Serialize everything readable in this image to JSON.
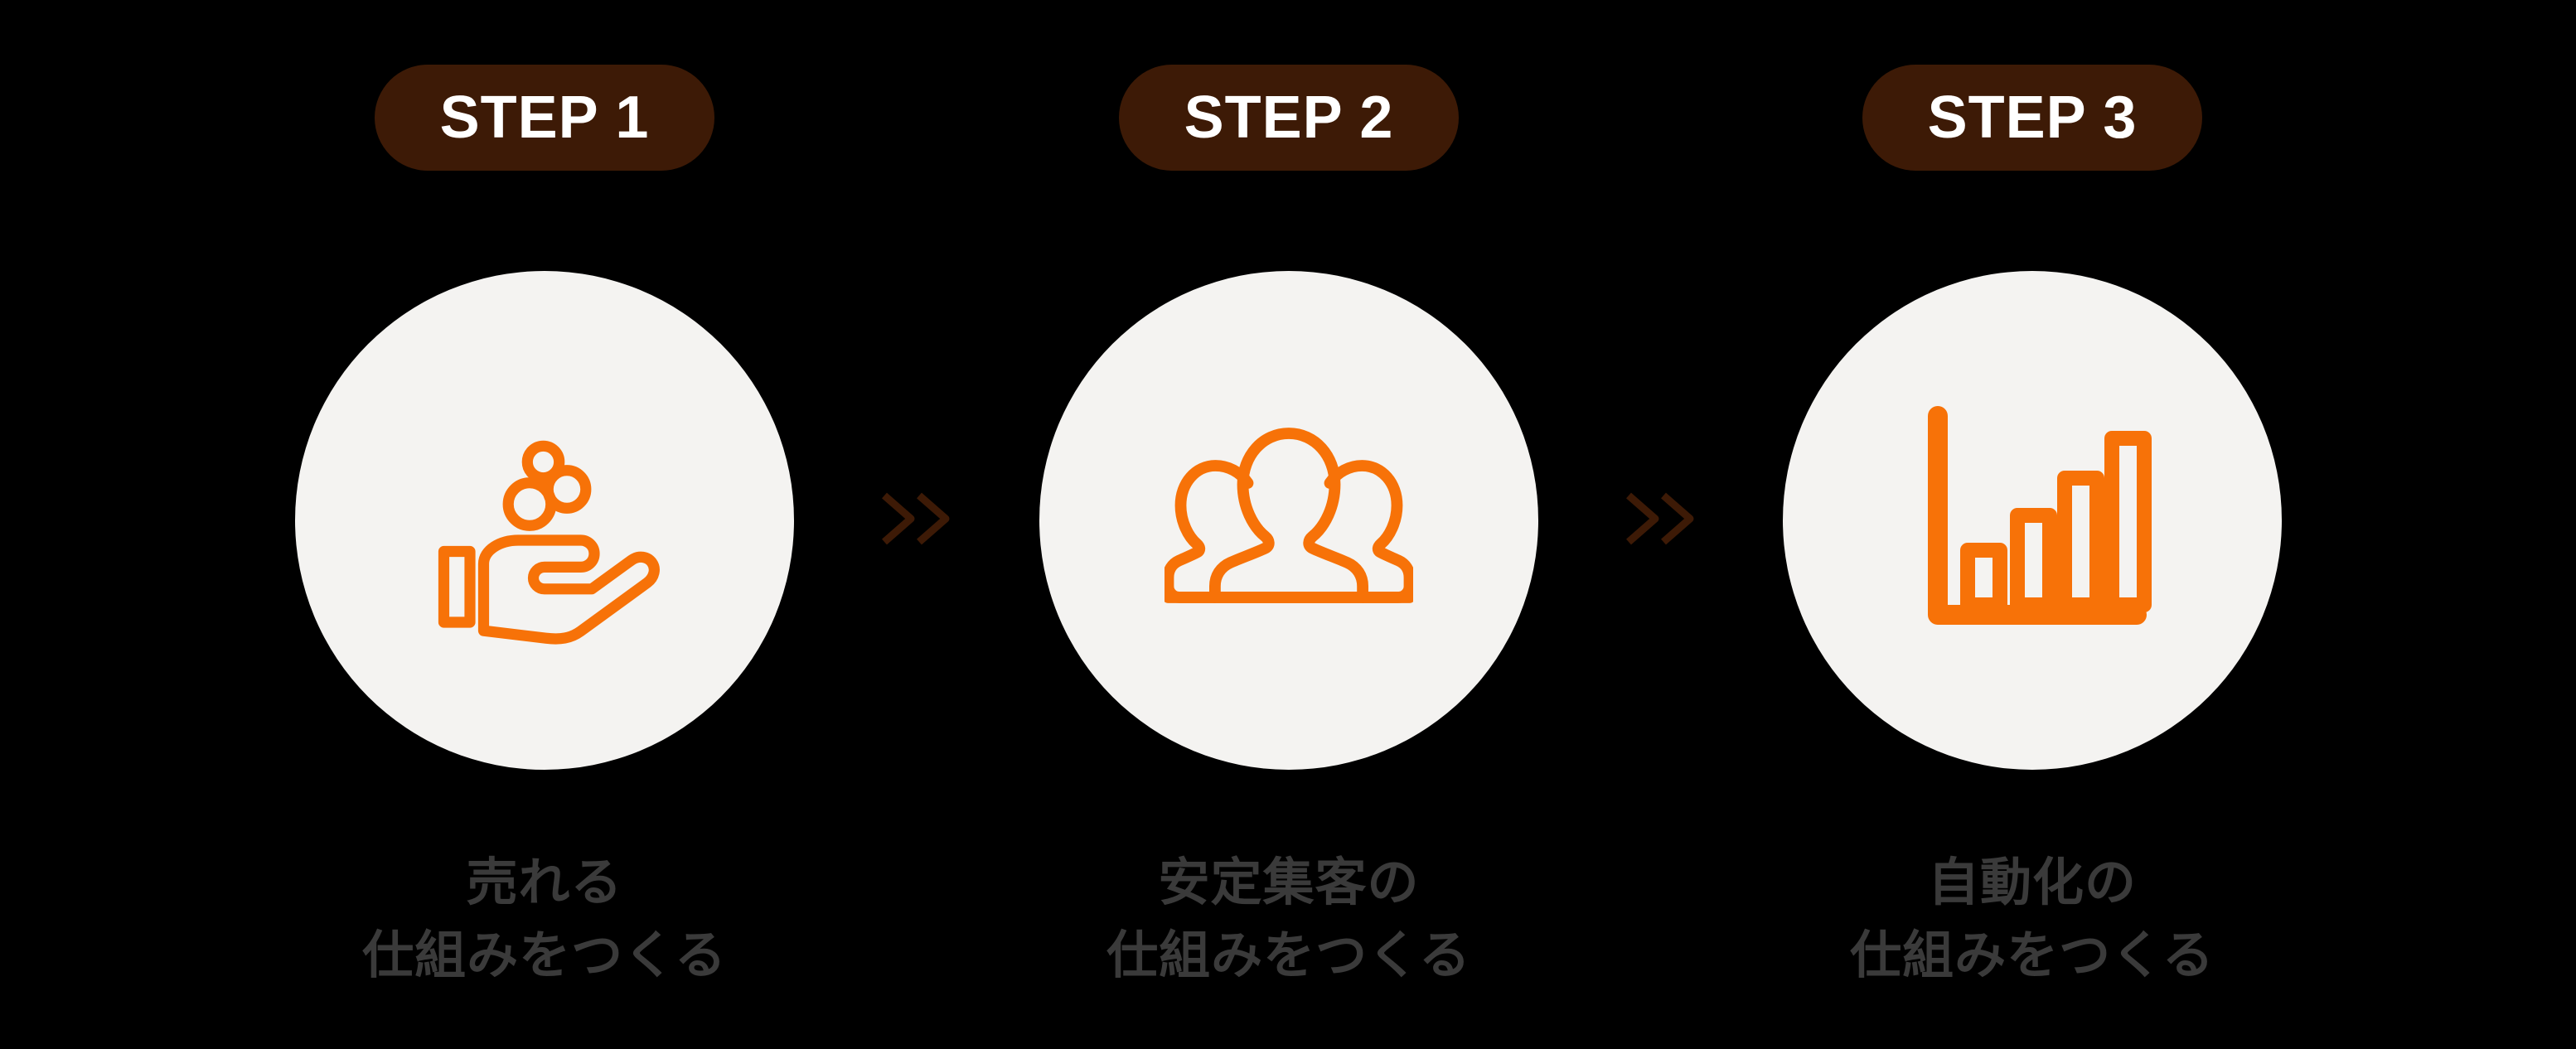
{
  "page": {
    "background_color": "#000000",
    "accent_orange": "#F77208",
    "badge_brown": "#3D1A06",
    "circle_bg": "#F4F3F1",
    "caption_color": "#3A3A3A",
    "badge_text_color": "#FFFFFF"
  },
  "steps": [
    {
      "badge_label": "STEP 1",
      "icon_name": "hand-with-coins-icon",
      "caption_line1": "売れる",
      "caption_line2": "仕組みをつくる"
    },
    {
      "badge_label": "STEP 2",
      "icon_name": "group-of-people-icon",
      "caption_line1": "安定集客の",
      "caption_line2": "仕組みをつくる"
    },
    {
      "badge_label": "STEP 3",
      "icon_name": "bar-chart-growth-icon",
      "caption_line1": "自動化の",
      "caption_line2": "仕組みをつくる"
    }
  ],
  "separators": [
    {
      "icon_name": "double-chevron-right-icon",
      "color": "#3D1A06"
    },
    {
      "icon_name": "double-chevron-right-icon",
      "color": "#3D1A06"
    }
  ]
}
